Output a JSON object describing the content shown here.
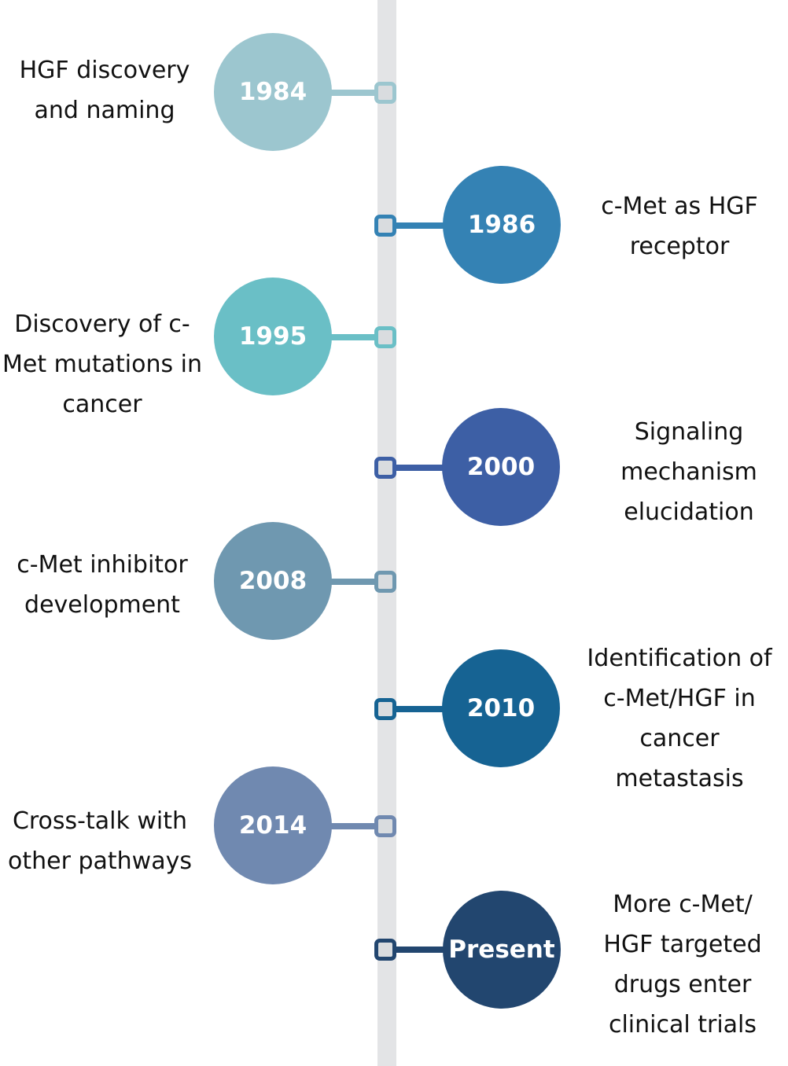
{
  "timeline": {
    "events": [
      {
        "year": "1984",
        "label": "HGF discovery\nand naming",
        "color": "#9cc6cf",
        "side": "left"
      },
      {
        "year": "1986",
        "label": "c-Met as HGF\nreceptor",
        "color": "#3482b4",
        "side": "right"
      },
      {
        "year": "1995",
        "label": "Discovery of c-\nMet mutations in\ncancer",
        "color": "#6abfc6",
        "side": "left"
      },
      {
        "year": "2000",
        "label": "Signaling\nmechanism\nelucidation",
        "color": "#3d5fa5",
        "side": "right"
      },
      {
        "year": "2008",
        "label": "c-Met inhibitor\ndevelopment",
        "color": "#6f98b0",
        "side": "left"
      },
      {
        "year": "2010",
        "label": "Identification of\nc-Met/HGF in\ncancer metastasis",
        "color": "#166393",
        "side": "right"
      },
      {
        "year": "2014",
        "label": "Cross-talk with\nother pathways",
        "color": "#7089b0",
        "side": "left"
      },
      {
        "year": "Present",
        "label": "More c-Met/\nHGF targeted\ndrugs enter\nclinical trials",
        "color": "#22466f",
        "side": "right"
      }
    ]
  }
}
